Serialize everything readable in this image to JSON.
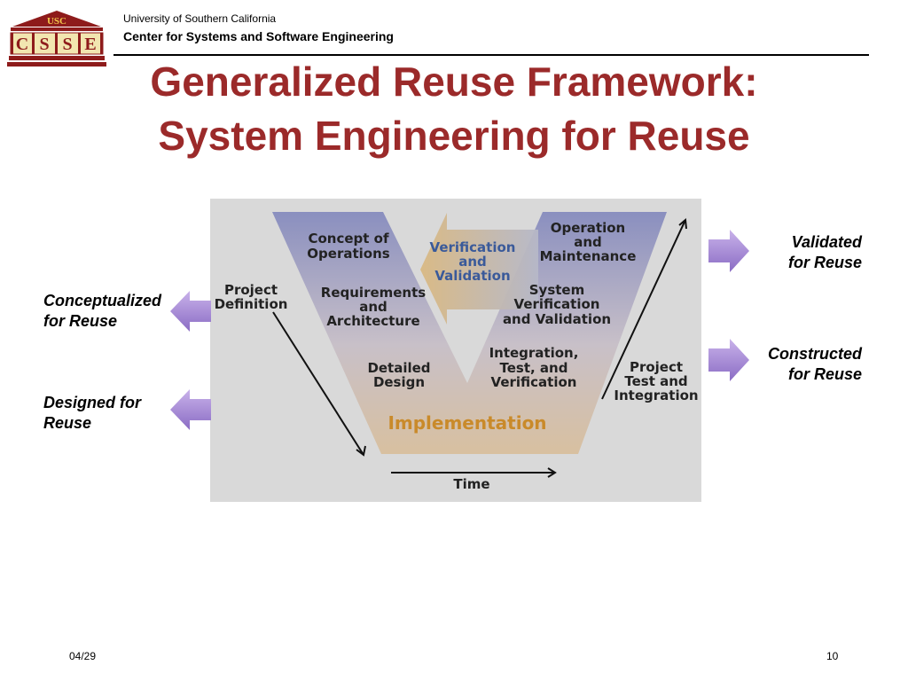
{
  "header": {
    "logo_text": "USC",
    "logo_letters": [
      "C",
      "S",
      "S",
      "E"
    ],
    "institution": "University of Southern California",
    "center": "Center for Systems and Software Engineering"
  },
  "title": {
    "line1": "Generalized Reuse Framework:",
    "line2": "System Engineering for Reuse"
  },
  "diagram": {
    "left_top": [
      "Concept of",
      "Operations"
    ],
    "left_mid": [
      "Requirements",
      "and",
      "Architecture"
    ],
    "left_low": [
      "Detailed",
      "Design"
    ],
    "implementation": "Implementation",
    "right_low": [
      "Integration,",
      "Test, and",
      "Verification"
    ],
    "right_mid": [
      "System",
      "Verification",
      "and Validation"
    ],
    "right_top": [
      "Operation",
      "and",
      "Maintenance"
    ],
    "vv": [
      "Verification",
      "and",
      "Validation"
    ],
    "project_definition": [
      "Project",
      "Definition"
    ],
    "project_test": [
      "Project",
      "Test and",
      "Integration"
    ],
    "time": "Time"
  },
  "side_labels": {
    "conceptualized": [
      "Conceptualized",
      "for Reuse"
    ],
    "designed": [
      "Designed for",
      "Reuse"
    ],
    "validated": [
      "Validated",
      "for Reuse"
    ],
    "constructed": [
      "Constructed",
      "for Reuse"
    ]
  },
  "colors": {
    "title": "#9b2a2a",
    "arrow_purple": "#9b7fd0"
  },
  "footer": {
    "date": "04/29",
    "page": "10"
  }
}
